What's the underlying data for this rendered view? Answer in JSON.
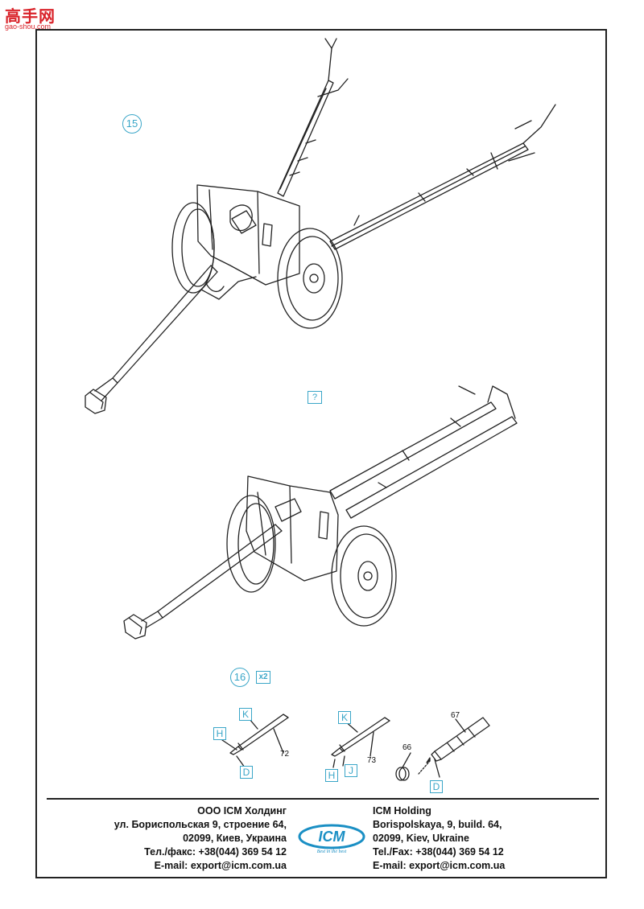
{
  "watermark": {
    "text": "高手网",
    "url": "gao-shou.com"
  },
  "steps": {
    "step15": "15",
    "step16": "16",
    "multiplier": "x2",
    "question": "?"
  },
  "parts": {
    "p72": {
      "number": "72",
      "labels": [
        "K",
        "H",
        "D"
      ]
    },
    "p73": {
      "number": "73",
      "labels": [
        "K",
        "H",
        "J"
      ]
    },
    "p66": {
      "number": "66"
    },
    "p67": {
      "number": "67",
      "label": "D"
    }
  },
  "footer": {
    "ru": [
      "ООО ICM Холдинг",
      "ул. Бориспольская 9, строение 64,",
      "02099, Киев, Украина",
      "Тел./факс: +38(044) 369 54 12",
      "E-mail: export@icm.com.ua"
    ],
    "en": [
      "ICM Holding",
      "Borispolskaya, 9, build. 64,",
      "02099, Kiev, Ukraine",
      "Tel./Fax: +38(044) 369 54 12",
      "E-mail: export@icm.com.ua"
    ],
    "logo_text": "ICM",
    "logo_tagline": "Best in the best"
  },
  "colors": {
    "accent": "#3aa6c8",
    "line": "#222222",
    "watermark": "#d9232a",
    "logo": "#1a8fc4"
  }
}
